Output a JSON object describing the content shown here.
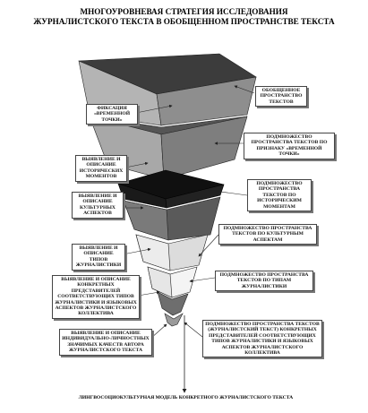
{
  "title": {
    "line1": "МНОГОУРОВНЕВАЯ СТРАТЕГИЯ ИССЛЕДОВАНИЯ",
    "line2": "ЖУРНАЛИСТСКОГО ТЕКСТА   В ОБОБЩЕННОМ ПРОСТРАНСТВЕ ТЕКСТА"
  },
  "left_labels": [
    "ФИКСАЦИЯ «ВРЕМЕННОЙ ТОЧКИ»",
    "ВЫЯВЛЕНИЕ И ОПИСАНИЕ ИСТОРИЧЕСКИХ МОМЕНТОВ",
    "ВЫЯВЛЕНИЕ И ОПИСАНИЕ КУЛЬТУРНЫХ АСПЕКТОВ",
    "ВЫЯВЛЕНИЕ И ОПИСАНИЕ ТИПОВ ЖУРНАЛИСТИКИ",
    "ВЫЯВЛЕНИЕ И ОПИСАНИЕ КОНКРЕТНЫХ ПРЕДСТАВИТЕЛЕЙ СООТВЕТСТВУЮЩИХ ТИПОВ ЖУРНАЛИСТИКИ И ЯЗЫКОВЫХ АСПЕКТОВ ЖУРНАЛИСТСКОГО КОЛЛЕКТИВА",
    "ВЫЯВЛЕНИЕ И ОПИСАНИЕ ИНДИВИДУАЛЬНО-ЛИЧНОСТНЫХ ЗНАЧИМЫХ КАЧЕСТВ АВТОРА ЖУРНАЛИСТСКОГО ТЕКСТА"
  ],
  "right_labels": [
    "ОБОБЩЕННОЕ ПРОСТРАНСТВО ТЕКСТОВ",
    "ПОДМНОЖЕСТВО ПРОСТРАНСТВА ТЕКСТОВ ПО ПРИЗНАКУ «ВРЕМЕННОЙ ТОЧКИ»",
    "ПОДМНОЖЕСТВО ПРОСТРАНСТВА ТЕКСТОВ ПО ИСТОРИЧЕСКИМ МОМЕНТАМ",
    "ПОДМНОЖЕСТВО ПРОСТРАНСТВА ТЕКСТОВ ПО КУЛЬТУРНЫМ АСПЕКТАМ",
    "ПОДМНОЖЕСТВО ПРОСТРАНСТВА ТЕКСТОВ ПО ТИПАМ ЖУРНАЛИСТИКИ",
    "ПОДМНОЖЕСТВО ПРОСТРАНСТВА ТЕКСТОВ (ЖУРНАЛИСТСКИЙ ТЕКСТ) КОНКРЕТНЫХ ПРЕДСТАВИТЕЛЕЙ СООТВЕТСТВУЮЩИХ ТИПОВ ЖУРНАЛИСТИКИ И ЯЗЫКОВЫХ АСПЕКТОВ ЖУРНАЛИСТСКОГО КОЛЛЕКТИВА"
  ],
  "bottom_label": "ЛИНГВОСОЦИОКУЛЬТУРНАЯ МОДЕЛЬ КОНКРЕТНОГО ЖУРНАЛИСТСКОГО ТЕКСТА",
  "colors": {
    "top_face": "#3c3c3c",
    "front_face": "#9e9e9e",
    "side_face": "#7a7a7a",
    "dark_layer": "#111111",
    "light_layer": "#d8d8d8",
    "white_layer": "#f2f2f2"
  }
}
